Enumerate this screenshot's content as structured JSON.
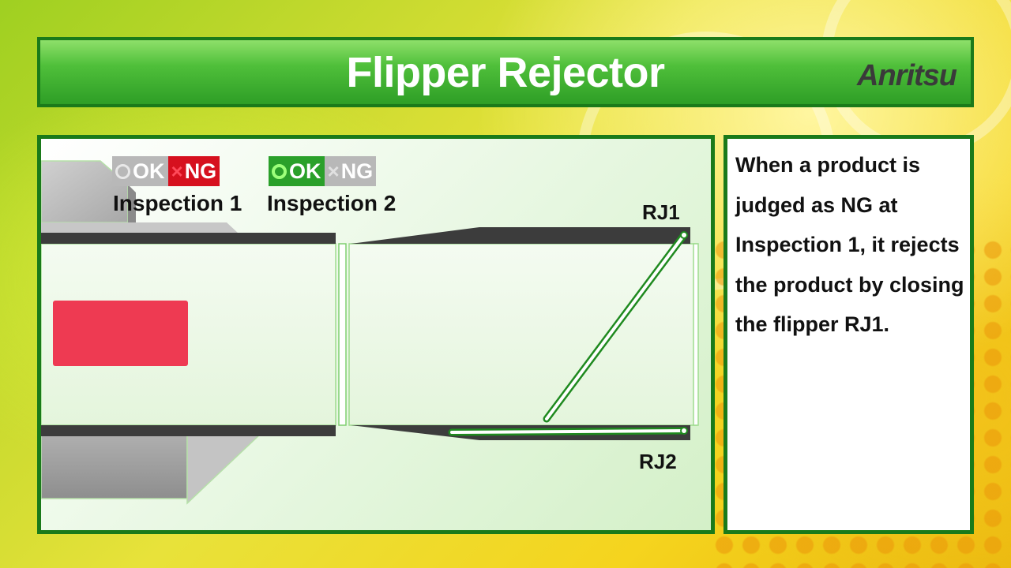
{
  "header": {
    "title": "Flipper Rejector",
    "logo_text": "Anritsu"
  },
  "inspection1": {
    "ok_label": "OK",
    "ng_label": "NG",
    "active": "NG",
    "label": "Inspection 1"
  },
  "inspection2": {
    "ok_label": "OK",
    "ng_label": "NG",
    "active": "OK",
    "label": "Inspection 2"
  },
  "flippers": {
    "rj1_label": "RJ1",
    "rj2_label": "RJ2",
    "rj1_state": "closed",
    "rj2_state": "open"
  },
  "description": {
    "text": "When a product is judged as NG at Inspection 1, it rejects the product by closing the flipper RJ1."
  },
  "colors": {
    "frame_green": "#1a7a1a",
    "title_bar_green": "#4fbf3a",
    "ng_red": "#d6101e",
    "ok_green": "#2aa02a",
    "product_red": "#ee3a52",
    "rail_dark": "#3c3c3c"
  }
}
